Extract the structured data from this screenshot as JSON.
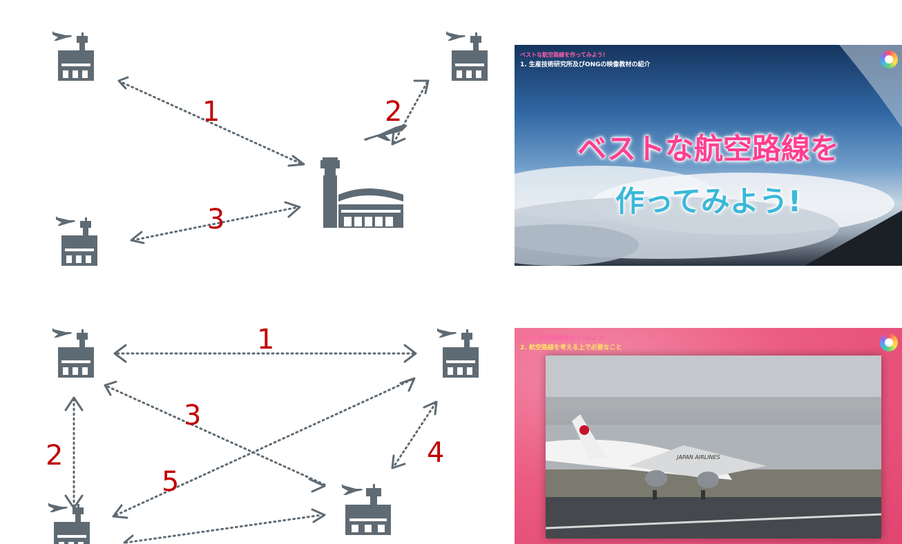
{
  "diagram_top": {
    "route_labels": [
      "1",
      "2",
      "3"
    ]
  },
  "diagram_bottom": {
    "route_labels": [
      "1",
      "2",
      "3",
      "4",
      "5"
    ]
  },
  "video1": {
    "series_caption": "ベストな航空路線を作ってみよう!",
    "chapter_caption": "1. 生産技術研究所及びONGの映像教材の紹介",
    "title_line1": "ベストな航空路線を",
    "title_line2": "作ってみよう!"
  },
  "video2": {
    "series_caption": "ベストな航空路線を作ってみよう!",
    "chapter_caption": "2. 航空路線を考える上で必要なこと",
    "aircraft_livery_text": "JAPAN AIRLINES"
  },
  "colors": {
    "icon_gray": "#5f6b74",
    "label_red": "#c00000"
  }
}
